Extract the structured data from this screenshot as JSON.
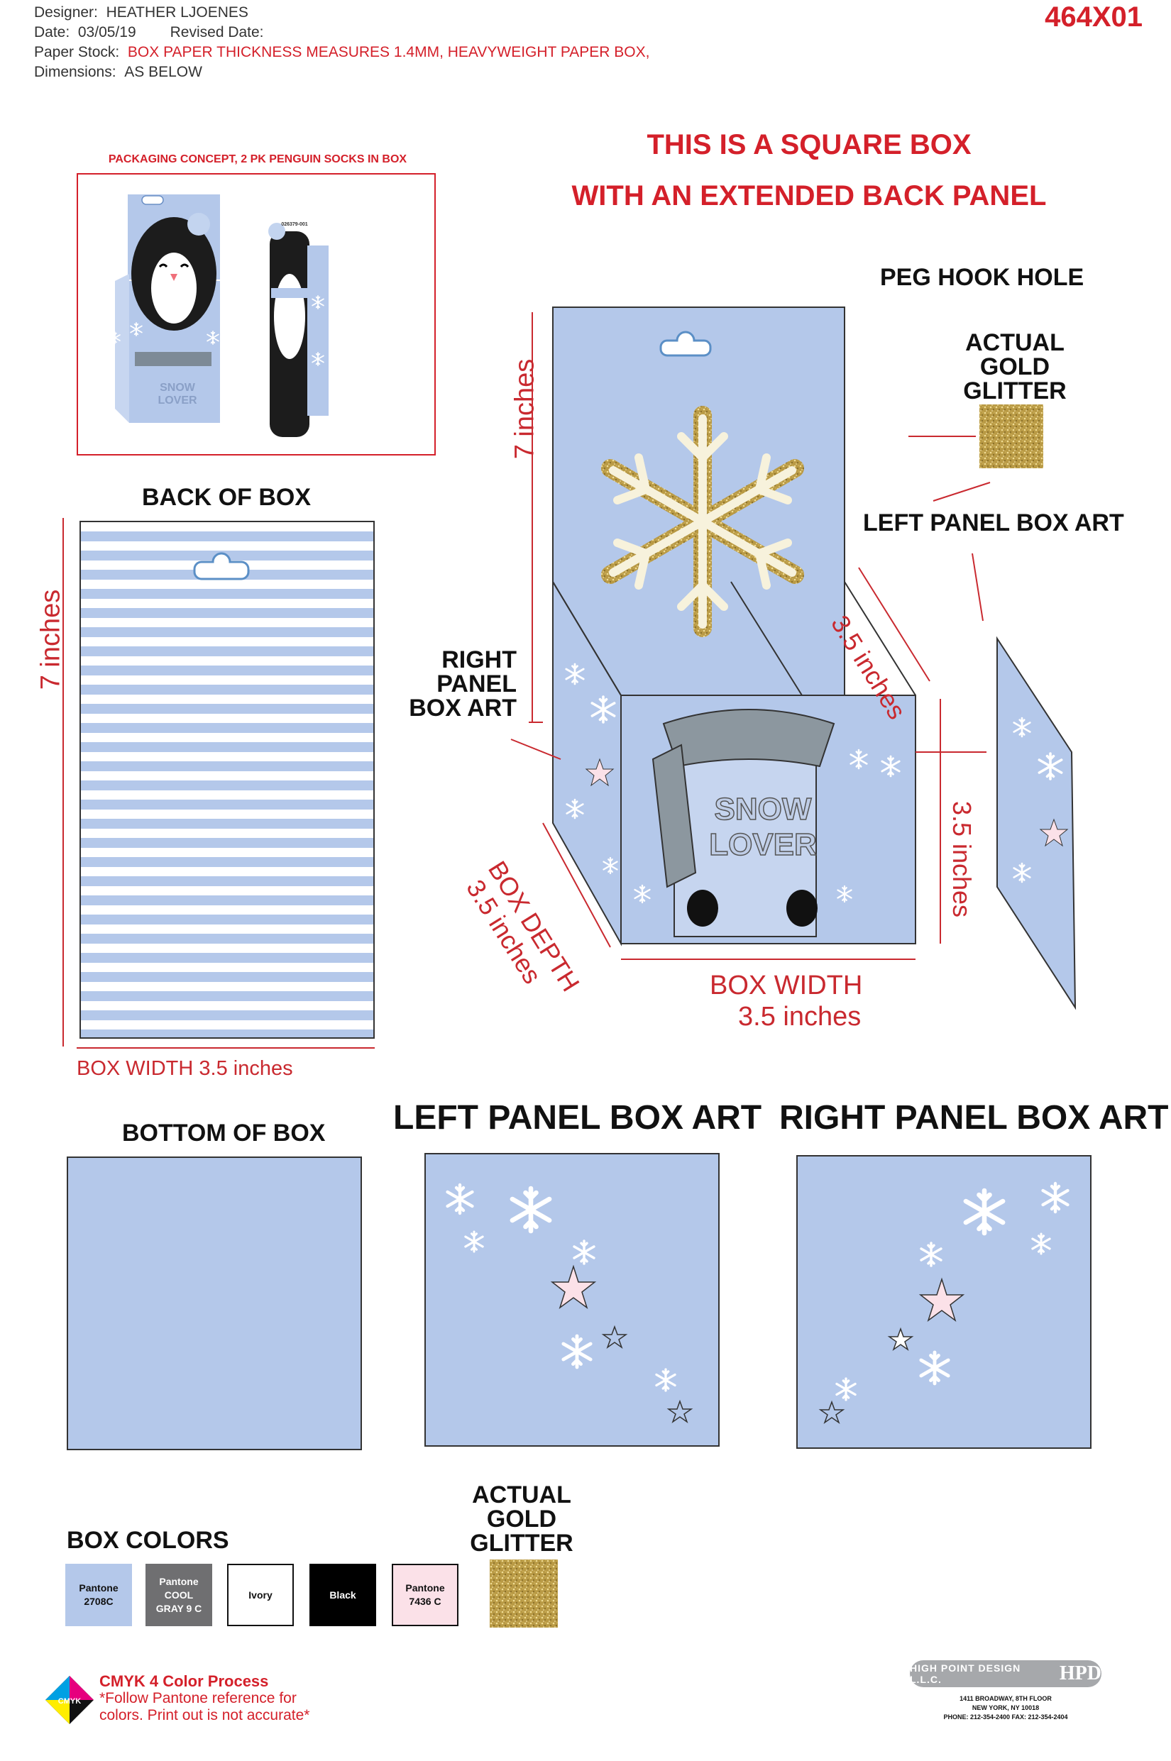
{
  "header": {
    "designer_label": "Designer:",
    "designer": "HEATHER LJOENES",
    "date_label": "Date:",
    "date": "03/05/19",
    "revised_label": "Revised Date:",
    "paper_label": "Paper Stock:",
    "paper": "BOX PAPER THICKNESS MEASURES 1.4MM, HEAVYWEIGHT PAPER BOX,",
    "dims_label": "Dimensions:",
    "dims": "AS BELOW",
    "code": "464X01"
  },
  "headline": {
    "line1": "THIS IS A SQUARE BOX",
    "line2": "WITH AN EXTENDED BACK PANEL"
  },
  "concept": {
    "title": "PACKAGING CONCEPT, 2 PK PENGUIN SOCKS IN BOX",
    "sku": "026379-001",
    "text_line1": "SNOW",
    "text_line2": "LOVER"
  },
  "back_of_box": {
    "title": "BACK OF BOX",
    "height": "7 inches",
    "width": "BOX WIDTH 3.5 inches"
  },
  "diagram": {
    "peg_hook": "PEG HOOK HOLE",
    "glitter_l1": "ACTUAL",
    "glitter_l2": "GOLD",
    "glitter_l3": "GLITTER",
    "left_panel_art": "LEFT PANEL BOX ART",
    "right_l1": "RIGHT",
    "right_l2": "PANEL",
    "right_l3": "BOX ART",
    "height": "7 inches",
    "side_depth": "3.5 inches",
    "front_height": "3.5 inches",
    "depth_l1": "BOX DEPTH",
    "depth_l2": "3.5 inches",
    "width_l1": "BOX WIDTH",
    "width_l2": "3.5 inches",
    "front_text_l1": "SNOW",
    "front_text_l2": "LOVER"
  },
  "bottom_row": {
    "bottom": "BOTTOM OF BOX",
    "left": "LEFT PANEL BOX ART",
    "right": "RIGHT PANEL BOX ART"
  },
  "colors": {
    "title": "BOX COLORS",
    "s1": "Pantone\n2708C",
    "s2": "Pantone\nCOOL\nGRAY 9 C",
    "s3": "Ivory",
    "s4": "Black",
    "s5": "Pantone\n7436 C",
    "glitter_l1": "ACTUAL",
    "glitter_l2": "GOLD",
    "glitter_l3": "GLITTER",
    "hex": {
      "blue": "#b4c8ea",
      "gray": "#6f6f71",
      "ivory": "#ffffff",
      "black": "#000000",
      "pink": "#fbe1e8",
      "gold": "#c8a952",
      "red": "#d4202a"
    }
  },
  "footer": {
    "cmyk_letters": "CMYK",
    "process": "CMYK 4 Color Process",
    "note1": "*Follow Pantone reference for",
    "note2": "colors. Print out is not accurate*",
    "company": "HIGH POINT DESIGN L.L.C.",
    "logo": "HPD",
    "addr1": "1411 BROADWAY, 8TH FLOOR",
    "addr2": "NEW YORK, NY 10018",
    "phone": "PHONE: 212-354-2400  FAX: 212-354-2404"
  }
}
